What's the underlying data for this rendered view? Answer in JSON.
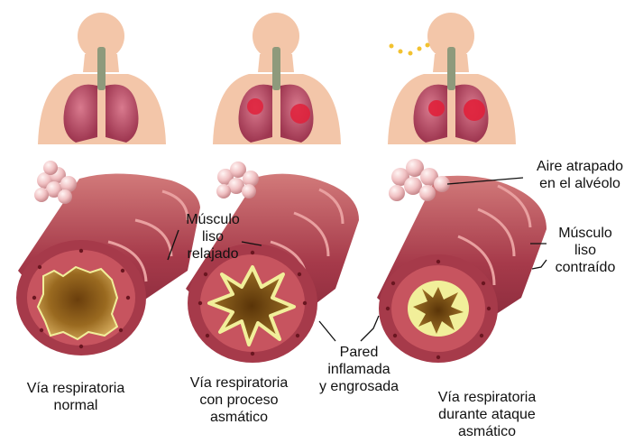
{
  "colors": {
    "skin": "#f3c6a9",
    "lung": "#c04a64",
    "lung_inflamed": "#e0203a",
    "airway_wall": "#a8384a",
    "airway_lumen": "#8a5a14",
    "mucus_yellow": "#f1ef9a",
    "alveoli": "#f2c2c4",
    "trachea": "#8e9a7c"
  },
  "figures": [
    {
      "name": "normal",
      "breath_dots": false,
      "inflamed": false
    },
    {
      "name": "asthmatic",
      "breath_dots": false,
      "inflamed": true
    },
    {
      "name": "attack",
      "breath_dots": true,
      "inflamed": true
    }
  ],
  "labels": {
    "muscle_relaxed": [
      "Músculo",
      "liso",
      "relajado"
    ],
    "air_trapped": [
      "Aire atrapado",
      "en el alvéolo"
    ],
    "muscle_contracted": [
      "Músculo",
      "liso",
      "contraído"
    ],
    "wall_inflamed": [
      "Pared",
      "inflamada",
      "y engrosada"
    ],
    "airway_normal": [
      "Vía respiratoria",
      "normal"
    ],
    "airway_asthmatic": [
      "Vía respiratoria",
      "con proceso",
      "asmático"
    ],
    "airway_attack": [
      "Vía respiratoria",
      "durante ataque",
      "asmático"
    ]
  }
}
